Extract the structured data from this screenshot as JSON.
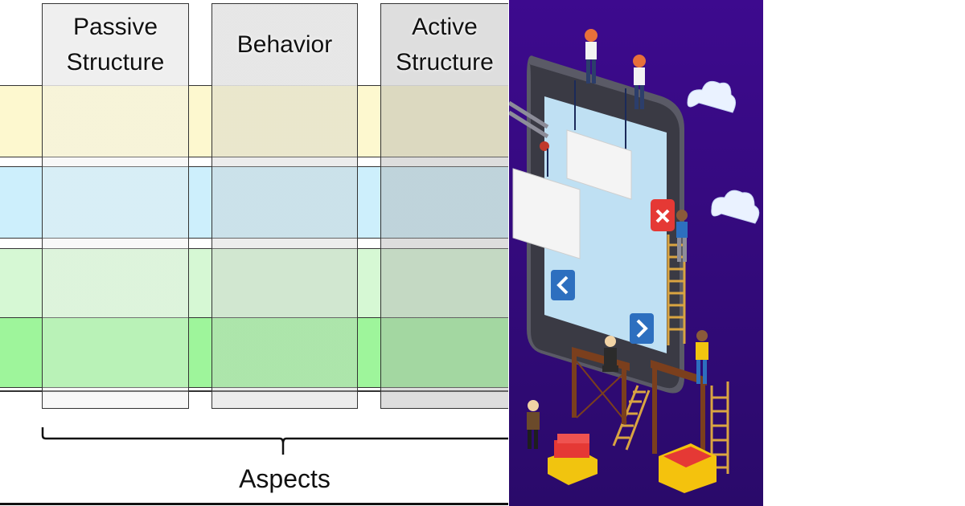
{
  "diagram": {
    "columns": [
      {
        "label": "Passive\nStructure"
      },
      {
        "label": "Behavior"
      },
      {
        "label": "Active\nStructure"
      }
    ],
    "layer_colors": [
      "#fdf8cf",
      "#cdeffc",
      "#d2f7d2",
      "#9ef59b"
    ],
    "brace_label": "Aspects"
  },
  "illustration": {
    "background": "#3d0f8f",
    "elements": [
      "smartphone",
      "workers",
      "clouds",
      "ladders",
      "crane",
      "scaffold",
      "boxes"
    ]
  }
}
